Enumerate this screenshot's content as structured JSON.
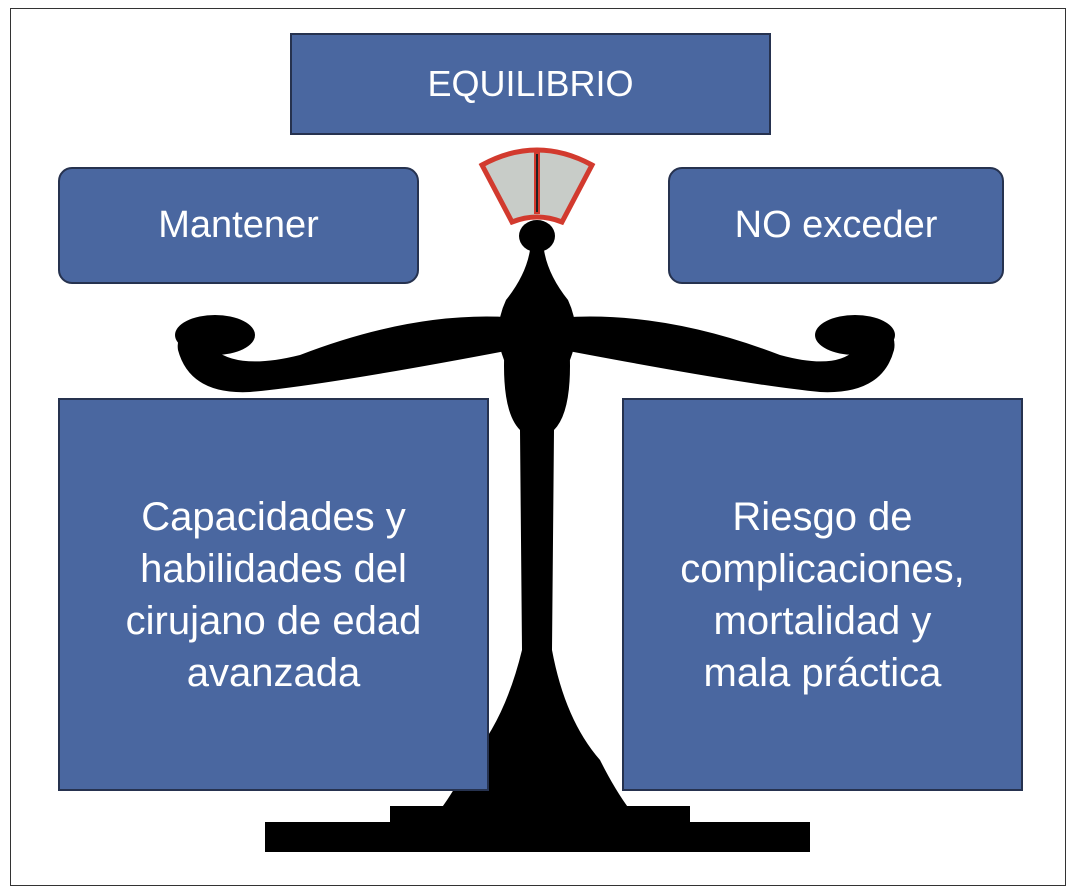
{
  "title": "EQUILIBRIO",
  "left_label": "Mantener",
  "right_label": "NO exceder",
  "left_box": [
    "Capacidades y",
    "habilidades del",
    "cirujano de edad",
    "avanzada"
  ],
  "right_box": [
    "Riesgo de",
    "complicaciones,",
    "mortalidad y",
    "mala práctica"
  ],
  "colors": {
    "box": "#4a67a0",
    "border": "#26324f",
    "scale": "#000000",
    "gauge": "#d23a2e"
  }
}
